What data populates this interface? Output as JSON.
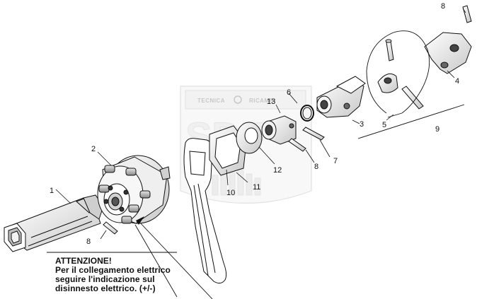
{
  "watermark": {
    "left_text": "TECNICA",
    "right_text": "RICAMBI"
  },
  "parts": [
    {
      "id": "part-1",
      "label": "1"
    },
    {
      "id": "part-2",
      "label": "2"
    },
    {
      "id": "part-3",
      "label": "3"
    },
    {
      "id": "part-4",
      "label": "4"
    },
    {
      "id": "part-5",
      "label": "5"
    },
    {
      "id": "part-6",
      "label": "6"
    },
    {
      "id": "part-7",
      "label": "7"
    },
    {
      "id": "part-8a",
      "label": "8"
    },
    {
      "id": "part-8b",
      "label": "8"
    },
    {
      "id": "part-8c",
      "label": "8"
    },
    {
      "id": "part-9",
      "label": "9"
    },
    {
      "id": "part-10",
      "label": "10"
    },
    {
      "id": "part-11",
      "label": "11"
    },
    {
      "id": "part-12",
      "label": "12"
    },
    {
      "id": "part-13",
      "label": "13"
    }
  ],
  "note": {
    "title": "ATTENZIONE!",
    "line1": "Per il collegamento elettrico",
    "line2": "seguire l'indicazione sul",
    "line3": "disinnesto elettrico. (+/-)"
  }
}
